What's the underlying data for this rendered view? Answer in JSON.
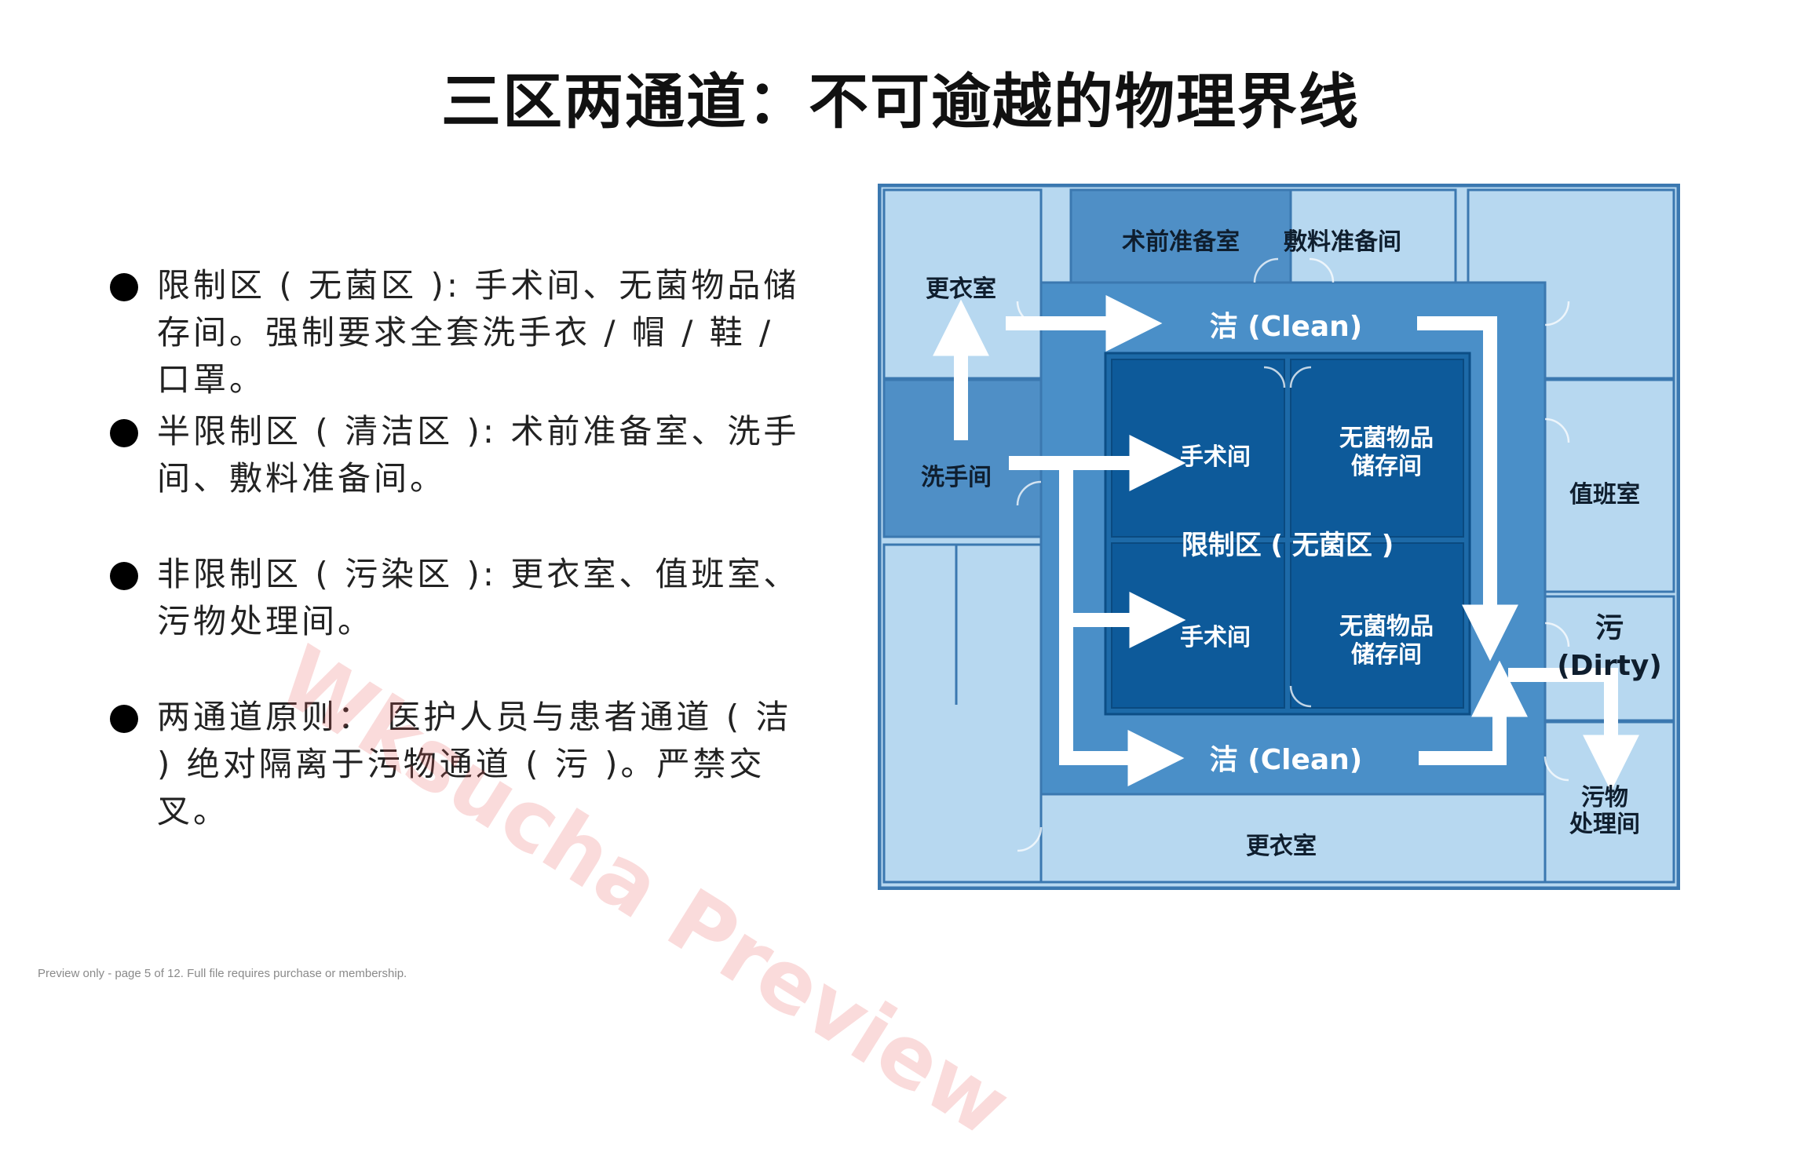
{
  "title": "三区两通道：不可逾越的物理界线",
  "bullets": [
    {
      "text": "限制区 ( 无菌区 ): 手术间、无菌物品储存间。强制要求全套洗手衣 / 帽 / 鞋 / 口罩。"
    },
    {
      "text": "半限制区 ( 清洁区 ): 术前准备室、洗手间、敷料准备间。"
    },
    {
      "text": "非限制区 ( 污染区 ): 更衣室、值班室、污物处理间。"
    },
    {
      "text": "两通道原则： 医护人员与患者通道 ( 洁 ) 绝对隔离于污物通道 ( 污 )。严禁交叉。"
    }
  ],
  "plan": {
    "rooms": {
      "preop": "术前准备室",
      "dressing": "敷料准备间",
      "locker_top": "更衣室",
      "scrub": "洗手间",
      "duty": "值班室",
      "or_top": "手术间",
      "sterile_top_1": "无菌物品",
      "sterile_top_2": "储存间",
      "or_bottom": "手术间",
      "sterile_bottom_1": "无菌物品",
      "sterile_bottom_2": "储存间",
      "restricted": "限制区 ( 无菌区 )",
      "locker_bottom": "更衣室",
      "disposal_1": "污物",
      "disposal_2": "处理间"
    },
    "corridor": {
      "clean_top": "洁 (Clean)",
      "clean_bottom": "洁 (Clean)",
      "dirty_1": "污",
      "dirty_2": "(Dirty)"
    },
    "colors": {
      "outer": "#b7d8f0",
      "mid": "#4a8fc8",
      "inner": "#0d5a9a",
      "wall": "#3b78b0"
    }
  },
  "watermark": "Wksucha Preview",
  "footer": "Preview only - page 5 of 12. Full file requires purchase or membership."
}
